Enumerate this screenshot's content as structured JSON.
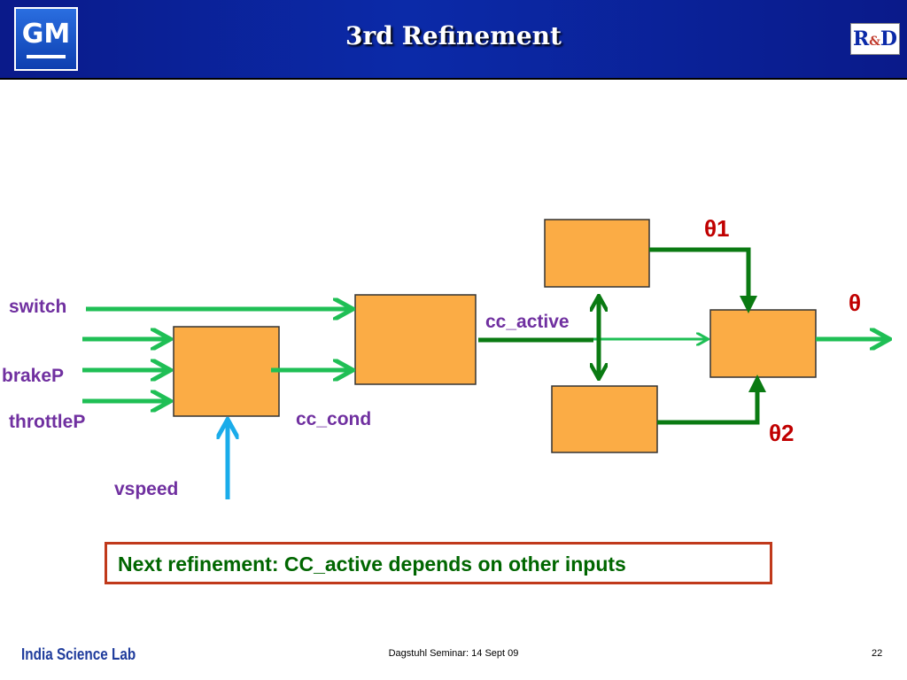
{
  "header": {
    "title": "3rd Refinement",
    "left_logo": "GM",
    "right_logo": {
      "r": "R",
      "amp": "&",
      "d": "D"
    },
    "background": "#0b2aa8"
  },
  "diagram": {
    "inputs": [
      "switch",
      "brakeP",
      "throttleP",
      "vspeed"
    ],
    "signals": {
      "cc_cond": "cc_cond",
      "cc_active": "cc_active"
    },
    "outputs": {
      "theta1": "θ1",
      "theta": "θ",
      "theta2": "θ2"
    },
    "colors": {
      "block_fill": "#fbac45",
      "arrow_green": "#1fbf55",
      "arrow_dark": "#0a7a12",
      "arrow_blue": "#1aacea"
    }
  },
  "note": "Next refinement: CC_active depends on other inputs",
  "footer": {
    "left": "India Science Lab",
    "center": "Dagstuhl  Seminar: 14 Sept 09",
    "page": "22"
  }
}
